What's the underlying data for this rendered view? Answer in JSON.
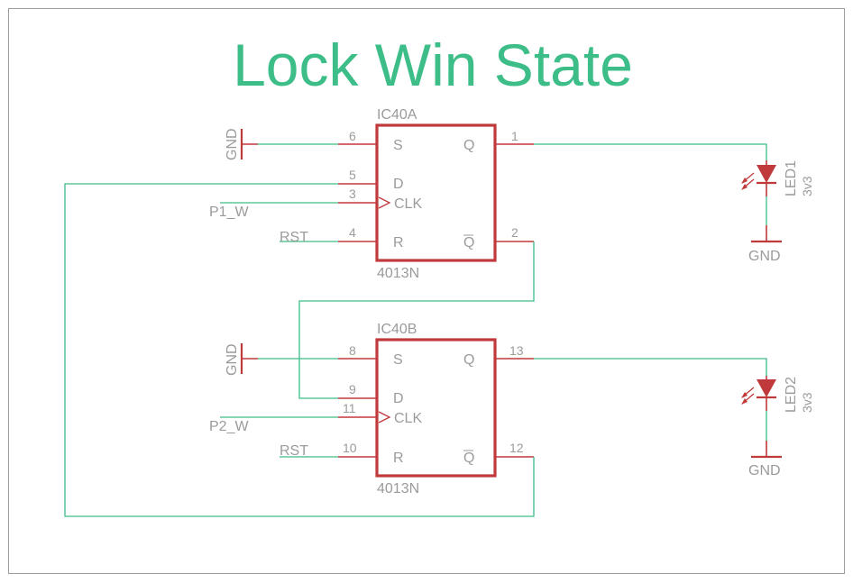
{
  "title": "Lock Win State",
  "colors": {
    "wire": "#3dbd88",
    "part": "#c0393b",
    "text": "#9b9b9b",
    "title": "#3dbd88"
  },
  "ics": [
    {
      "name": "IC40A",
      "value": "4013N",
      "pins": {
        "S": "6",
        "D": "5",
        "CLK": "3",
        "R": "4",
        "Q": "1",
        "QN": "2"
      }
    },
    {
      "name": "IC40B",
      "value": "4013N",
      "pins": {
        "S": "8",
        "D": "9",
        "CLK": "11",
        "R": "10",
        "Q": "13",
        "QN": "12"
      }
    }
  ],
  "pin_labels": {
    "S": "S",
    "D": "D",
    "CLK": "CLK",
    "R": "R",
    "Q": "Q",
    "QN": "Q"
  },
  "nets": {
    "gnd": "GND",
    "p1": "P1_W",
    "p2": "P2_W",
    "rst": "RST"
  },
  "leds": [
    {
      "name": "LED1",
      "value": "3v3",
      "gnd": "GND"
    },
    {
      "name": "LED2",
      "value": "3v3",
      "gnd": "GND"
    }
  ]
}
